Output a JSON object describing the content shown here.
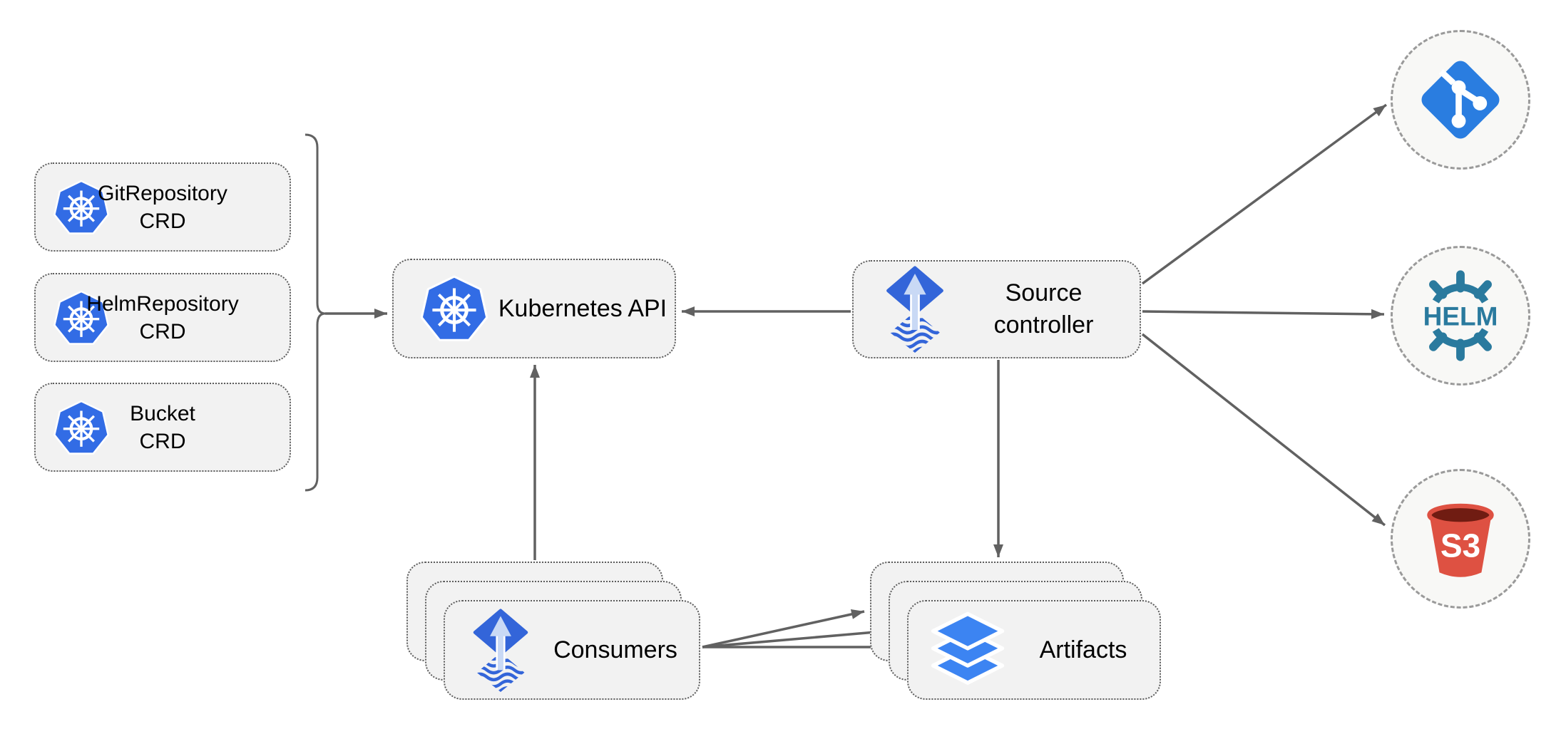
{
  "diagram": {
    "nodes": {
      "git_repository_crd": {
        "line1": "GitRepository",
        "line2": "CRD"
      },
      "helm_repository_crd": {
        "line1": "HelmRepository",
        "line2": "CRD"
      },
      "bucket_crd": {
        "line1": "Bucket",
        "line2": "CRD"
      },
      "kubernetes_api": {
        "label": "Kubernetes API"
      },
      "source_controller": {
        "line1": "Source",
        "line2": "controller"
      },
      "consumers": {
        "label": "Consumers"
      },
      "artifacts": {
        "label": "Artifacts"
      },
      "helm_endpoint": {
        "label": "HELM"
      },
      "s3_endpoint": {
        "label": "S3"
      }
    },
    "icons": {
      "kubernetes": "kubernetes-wheel",
      "flux_source": "flux-source-diamond",
      "git": "git-branch-diamond",
      "helm": "helm-wheel",
      "s3": "s3-bucket",
      "artifacts": "layers"
    },
    "colors": {
      "kubernetes_blue": "#326ce5",
      "flux_blue": "#3365d9",
      "flux_arrow_light": "#c9d9f5",
      "git_blue": "#2a7de0",
      "helm_teal": "#2a7a9e",
      "s3_red": "#de5142",
      "s3_dark": "#701c12",
      "layers_blue": "#3c84f2",
      "node_fill": "#f2f2f2",
      "node_border": "#5c5c5c",
      "circle_fill": "#f8f8f6",
      "circle_border": "#9a9a9a",
      "connector": "#616161",
      "text": "#000000"
    }
  }
}
